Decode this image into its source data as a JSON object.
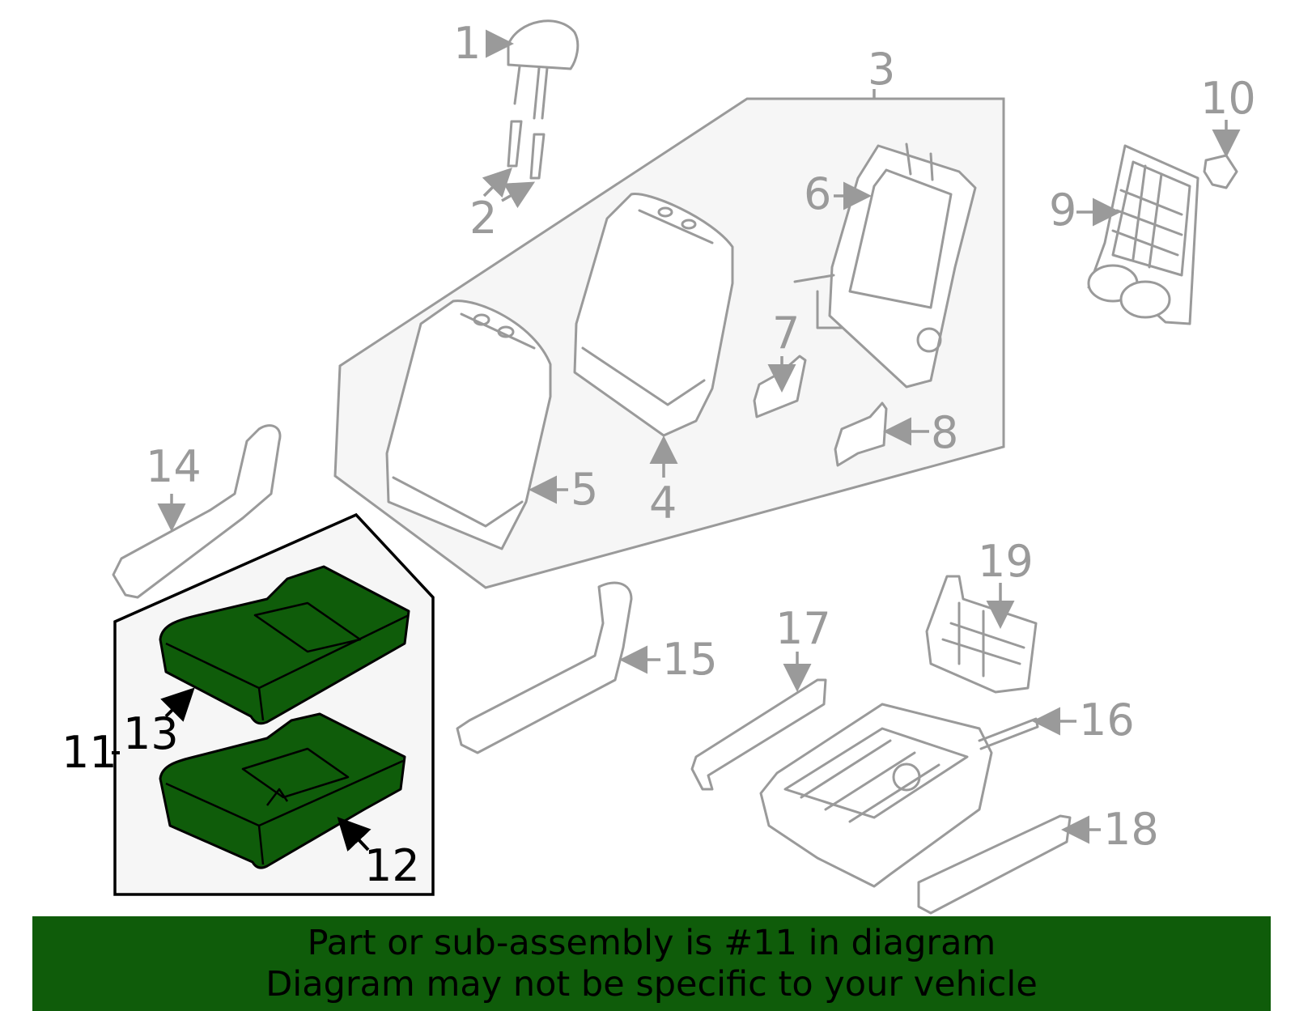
{
  "colors": {
    "highlight": "#0f5c0a",
    "part_stroke": "#9a9a9a",
    "group_fill": "#f6f6f6"
  },
  "callouts": {
    "c1": "1",
    "c2": "2",
    "c3": "3",
    "c4": "4",
    "c5": "5",
    "c6": "6",
    "c7": "7",
    "c8": "8",
    "c9": "9",
    "c10": "10",
    "c11": "11",
    "c12": "12",
    "c13": "13",
    "c14": "14",
    "c15": "15",
    "c16": "16",
    "c17": "17",
    "c18": "18",
    "c19": "19"
  },
  "highlighted_part": "11",
  "footer": {
    "line1": "Part or sub-assembly is #11 in diagram",
    "line2": "Diagram may not be specific to your vehicle"
  }
}
